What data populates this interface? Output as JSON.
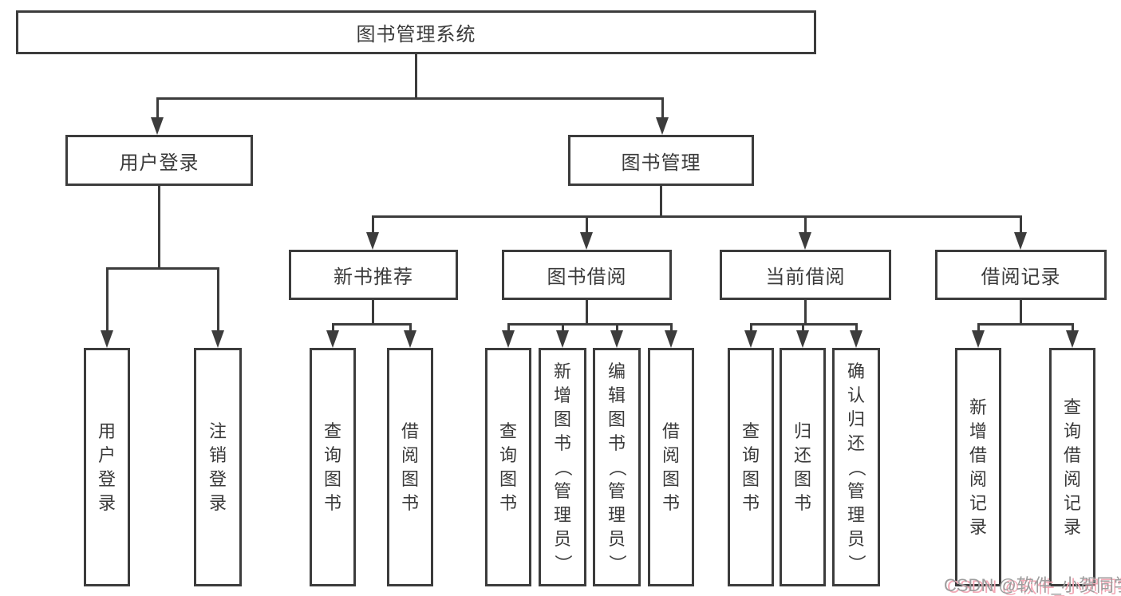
{
  "tree": {
    "label": "图书管理系统",
    "children": [
      {
        "label": "用户登录",
        "children": [
          {
            "label": "用户登录"
          },
          {
            "label": "注销登录"
          }
        ]
      },
      {
        "label": "图书管理",
        "children": [
          {
            "label": "新书推荐",
            "children": [
              {
                "label": "查询图书"
              },
              {
                "label": "借阅图书"
              }
            ]
          },
          {
            "label": "图书借阅",
            "children": [
              {
                "label": "查询图书"
              },
              {
                "label": "新增图书（管理员）"
              },
              {
                "label": "编辑图书（管理员）"
              },
              {
                "label": "借阅图书"
              }
            ]
          },
          {
            "label": "当前借阅",
            "children": [
              {
                "label": "查询图书"
              },
              {
                "label": "归还图书"
              },
              {
                "label": "确认归还（管理员）"
              }
            ]
          },
          {
            "label": "借阅记录",
            "children": [
              {
                "label": "新增借阅记录"
              },
              {
                "label": "查询借阅记录"
              }
            ]
          }
        ]
      }
    ]
  },
  "watermark": {
    "text": "CSDN @软件_小贺同学"
  },
  "colors": {
    "line": "#3c3c3c",
    "text": "#3a3a3a",
    "box_fill": "#ffffff",
    "background": "#ffffff",
    "watermark_gray": "#9d9d9d",
    "watermark_pink": "#f2a9b6"
  }
}
